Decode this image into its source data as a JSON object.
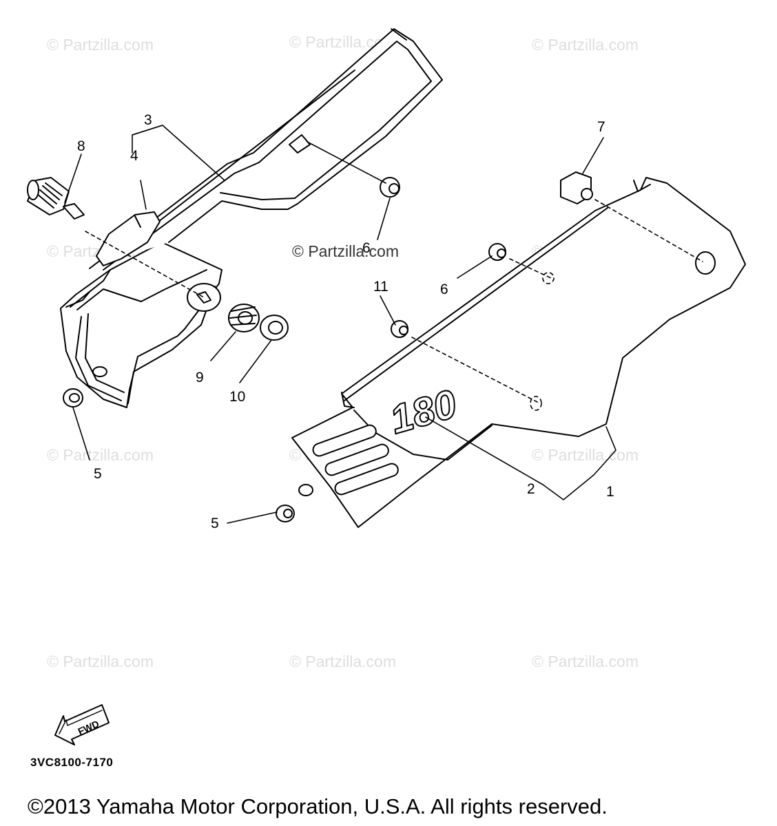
{
  "watermark": "© Partzilla.com",
  "callouts": {
    "c1": "1",
    "c2": "2",
    "c3": "3",
    "c4": "4",
    "c5a": "5",
    "c5b": "5",
    "c6a": "6",
    "c6b": "6",
    "c7": "7",
    "c8": "8",
    "c9": "9",
    "c10": "10",
    "c11": "11"
  },
  "side_cover_badge": "180",
  "fwd_label": "FWD",
  "part_number": "3VC8100-7170",
  "copyright": "©2013  Yamaha Motor Corporation, U.S.A. All rights reserved.",
  "colors": {
    "line": "#000000",
    "watermark": "#dedede",
    "background": "#ffffff"
  }
}
